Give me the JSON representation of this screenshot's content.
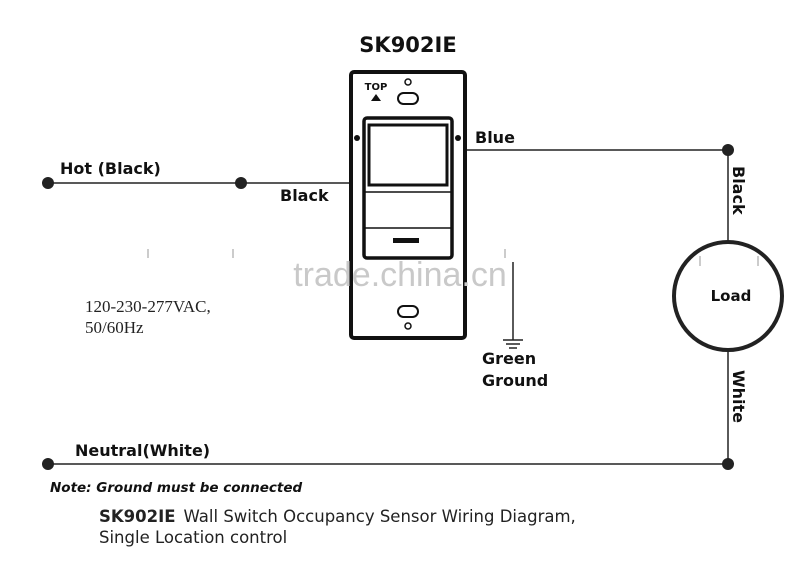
{
  "title": "SK902IE",
  "device": {
    "top_marker": "TOP"
  },
  "labels": {
    "hot": "Hot (Black)",
    "black_mid": "Black",
    "blue": "Blue",
    "black_vertical": "Black",
    "load": "Load",
    "white_vertical": "White",
    "green": "Green",
    "ground": "Ground",
    "neutral": "Neutral(White)",
    "voltage": "120-230-277VAC,",
    "frequency": "50/60Hz"
  },
  "watermark": "trade.china.cn",
  "note": "Note: Ground must be connected",
  "caption": {
    "model": "SK902IE",
    "line1": "Wall Switch Occupancy Sensor Wiring Diagram,",
    "line2": "Single Location control"
  }
}
